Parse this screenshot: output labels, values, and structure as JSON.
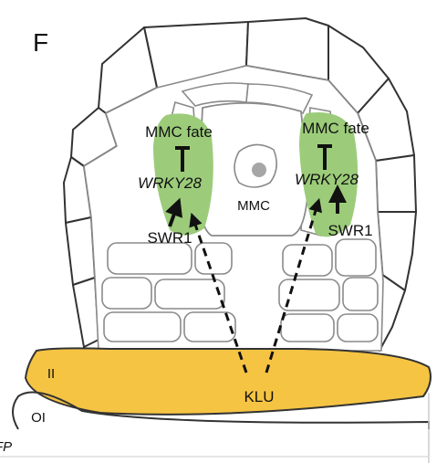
{
  "panel_label": "F",
  "labels": {
    "mmc_fate_left": "MMC fate",
    "mmc_fate_right": "MMC fate",
    "wrky28_left": "WRKY28",
    "wrky28_right": "WRKY28",
    "swr1_left": "SWR1",
    "swr1_right": "SWR1",
    "mmc": "MMC",
    "klu": "KLU",
    "ii": "II",
    "oi": "OI",
    "fp": "FP"
  },
  "colors": {
    "outline": "#333333",
    "cell_fill": "#ffffff",
    "inner_outline": "#888888",
    "green": "#9ccc7a",
    "ii_fill": "#f6c443",
    "nucleolus": "#a6a6a6",
    "arrow": "#111111"
  },
  "relations": [
    {
      "from": "SWR1",
      "to": "WRKY28",
      "type": "activates"
    },
    {
      "from": "WRKY28",
      "to": "MMC fate",
      "type": "inhibits"
    },
    {
      "from": "KLU",
      "to": "WRKY28",
      "type": "activates",
      "style": "dashed"
    }
  ]
}
